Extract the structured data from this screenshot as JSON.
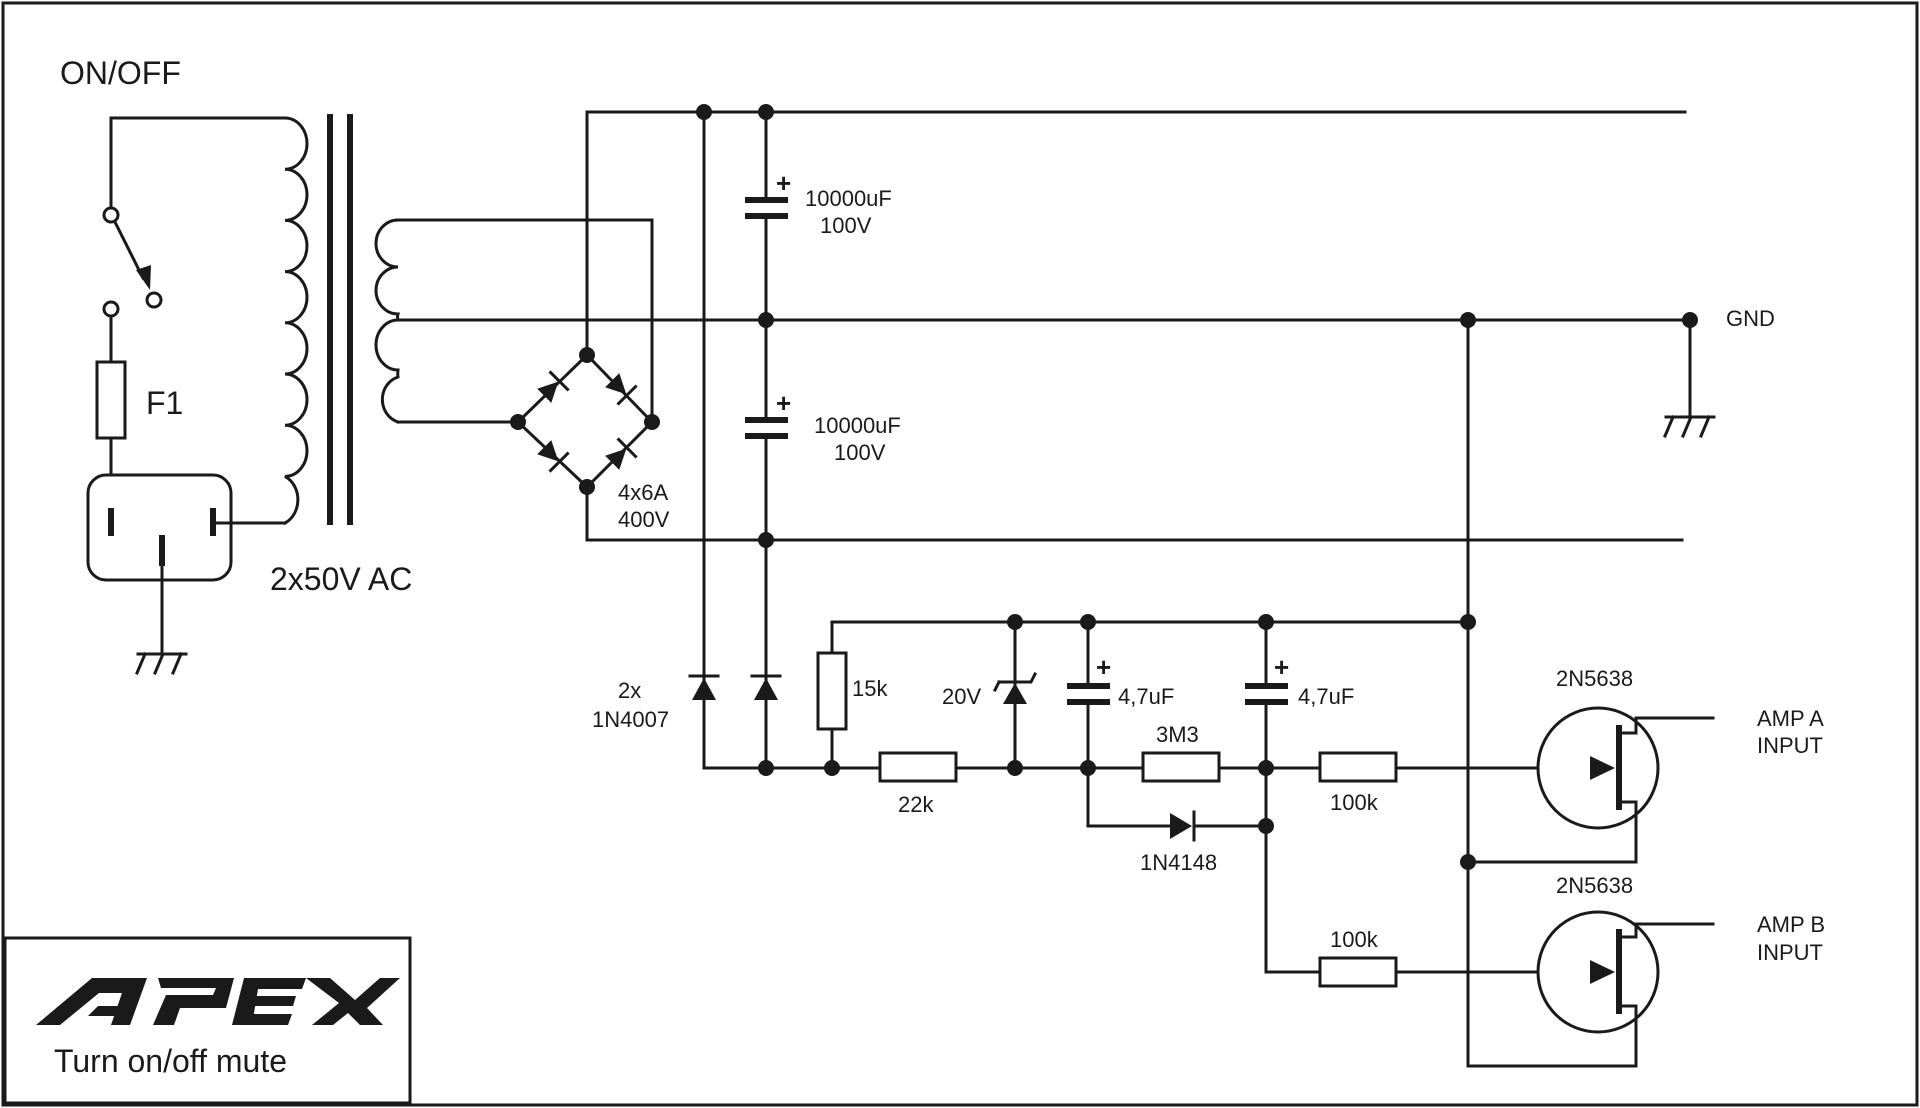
{
  "labels": {
    "switch": "ON/OFF",
    "fuse": "F1",
    "transformer": "2x50V AC",
    "bridge_line1": "4x6A",
    "bridge_line2": "400V",
    "cap_top_value": "10000uF",
    "cap_top_voltage": "100V",
    "cap_bottom_value": "10000uF",
    "cap_bottom_voltage": "100V",
    "gnd": "GND",
    "diodes_line1": "2x",
    "diodes_line2": "1N4007",
    "r_15k": "15k",
    "r_22k": "22k",
    "zener": "20V",
    "cap_47_a": "4,7uF",
    "cap_47_b": "4,7uF",
    "r_3m3": "3M3",
    "diode_1n4148": "1N4148",
    "r_100k_a": "100k",
    "r_100k_b": "100k",
    "q_a": "2N5638",
    "q_b": "2N5638",
    "amp_a_line1": "AMP A",
    "amp_a_line2": "INPUT",
    "amp_b_line1": "AMP B",
    "amp_b_line2": "INPUT",
    "plus": "+"
  },
  "logo": {
    "brand": "APEX",
    "caption": "Turn on/off mute"
  },
  "colors": {
    "ink": "#1a1a1a",
    "background": "#ffffff"
  }
}
